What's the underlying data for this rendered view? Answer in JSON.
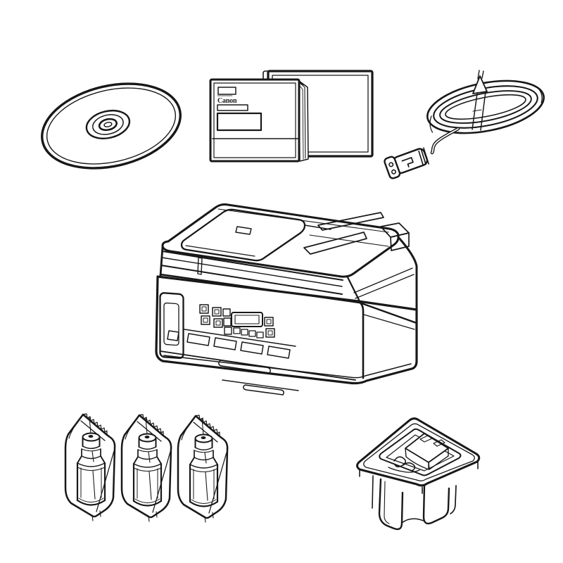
{
  "illustration": {
    "subject": "printer-package-contents-line-art",
    "background_color": "#ffffff",
    "line_color": "#181818",
    "items": [
      {
        "name": "setup-cd-rom",
        "position": "top-left"
      },
      {
        "name": "manuals-and-documentation",
        "position": "top-center"
      },
      {
        "name": "power-cord",
        "position": "top-right"
      },
      {
        "name": "multifunction-printer-with-adf",
        "position": "center"
      },
      {
        "name": "ink-bottles",
        "position": "bottom-left"
      },
      {
        "name": "print-head-in-tray",
        "position": "bottom-right"
      }
    ]
  },
  "manuals": {
    "brand_text": "Canon"
  },
  "ink_bottles": {
    "count": 3
  }
}
